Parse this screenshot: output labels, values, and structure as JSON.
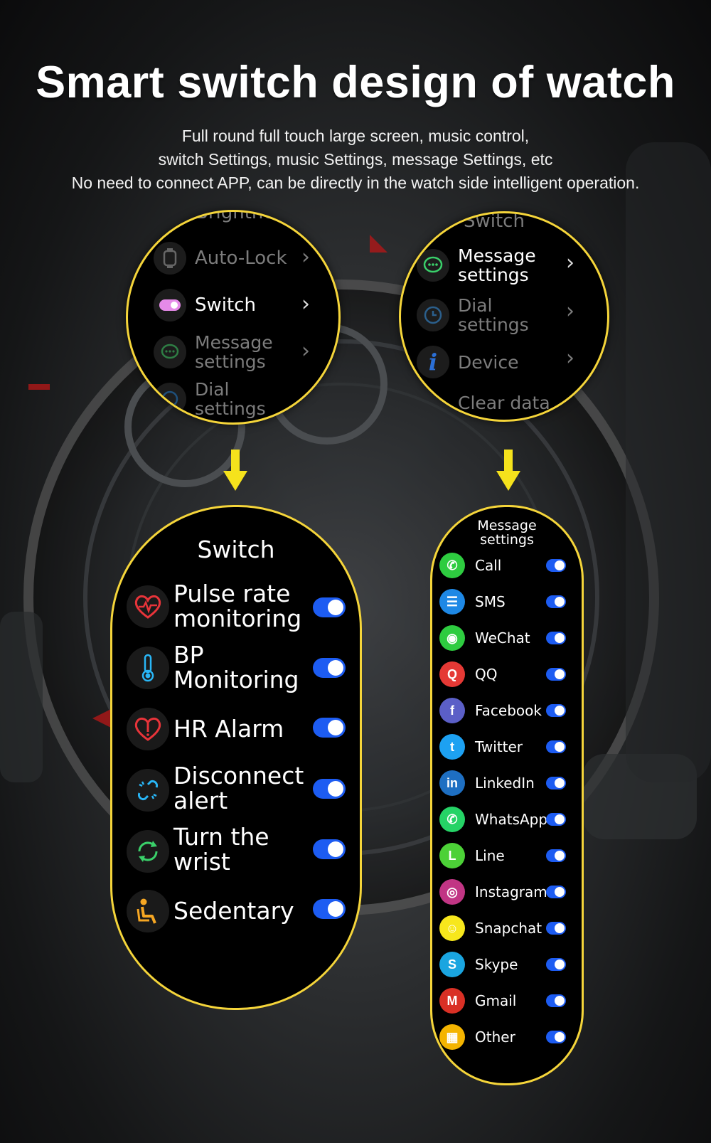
{
  "headline": "Smart switch design of watch",
  "subtitle": {
    "line1": "Full round full touch large screen, music control,",
    "line2": "switch Settings, music Settings, message Settings, etc",
    "line3": "No need to connect APP, can be directly in the watch side intelligent operation."
  },
  "menu_left": {
    "top_partial": "Brightness",
    "items": [
      "Auto-Lock",
      "Switch",
      "Message settings",
      "Dial settings"
    ]
  },
  "menu_right": {
    "top_partial": "Switch",
    "items": [
      "Message settings",
      "Dial settings",
      "Device",
      "Clear data"
    ]
  },
  "switch_screen": {
    "title": "Switch",
    "items": [
      {
        "label": "Pulse rate monitoring",
        "icon": "heart-pulse-icon",
        "on": true
      },
      {
        "label": "BP Monitoring",
        "icon": "thermometer-icon",
        "on": true
      },
      {
        "label": "HR Alarm",
        "icon": "heart-alert-icon",
        "on": true
      },
      {
        "label": "Disconnect alert",
        "icon": "broken-link-icon",
        "on": true
      },
      {
        "label": "Turn the wrist",
        "icon": "rotate-icon",
        "on": true
      },
      {
        "label": "Sedentary",
        "icon": "seated-person-icon",
        "on": true
      }
    ]
  },
  "message_screen": {
    "title_line1": "Message",
    "title_line2": "settings",
    "items": [
      {
        "label": "Call",
        "color": "#2ecc40",
        "glyph": "✆",
        "on": true
      },
      {
        "label": "SMS",
        "color": "#1e88e5",
        "glyph": "☰",
        "on": true
      },
      {
        "label": "WeChat",
        "color": "#2ecc40",
        "glyph": "◉",
        "on": true
      },
      {
        "label": "QQ",
        "color": "#e53935",
        "glyph": "Q",
        "on": true
      },
      {
        "label": "Facebook",
        "color": "#5b5fc7",
        "glyph": "f",
        "on": true
      },
      {
        "label": "Twitter",
        "color": "#1da1f2",
        "glyph": "t",
        "on": true
      },
      {
        "label": "LinkedIn",
        "color": "#1e6fc2",
        "glyph": "in",
        "on": true
      },
      {
        "label": "WhatsApp",
        "color": "#25d366",
        "glyph": "✆",
        "on": true
      },
      {
        "label": "Line",
        "color": "#4cd137",
        "glyph": "L",
        "on": true
      },
      {
        "label": "Instagram",
        "color": "#c13584",
        "glyph": "◎",
        "on": true
      },
      {
        "label": "Snapchat",
        "color": "#f7e71c",
        "glyph": "☺",
        "on": true
      },
      {
        "label": "Skype",
        "color": "#1aa5e0",
        "glyph": "S",
        "on": true
      },
      {
        "label": "Gmail",
        "color": "#d93025",
        "glyph": "M",
        "on": true
      },
      {
        "label": "Other",
        "color": "#f4b400",
        "glyph": "▦",
        "on": true
      }
    ]
  },
  "colors": {
    "accent_border": "#f5d53a",
    "toggle_on": "#1d5cf2",
    "arrow": "#f5e21c"
  }
}
